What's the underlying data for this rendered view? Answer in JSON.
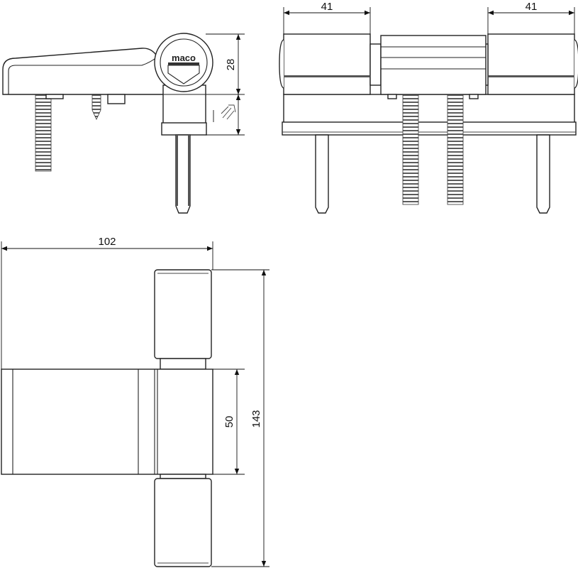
{
  "title": "Hinge technical drawing",
  "logo_text": "maco",
  "dimensions": {
    "side_height": "28",
    "front_left_width": "41",
    "front_right_width": "41",
    "top_total_width": "102",
    "leaf_height": "50",
    "total_height": "143"
  }
}
